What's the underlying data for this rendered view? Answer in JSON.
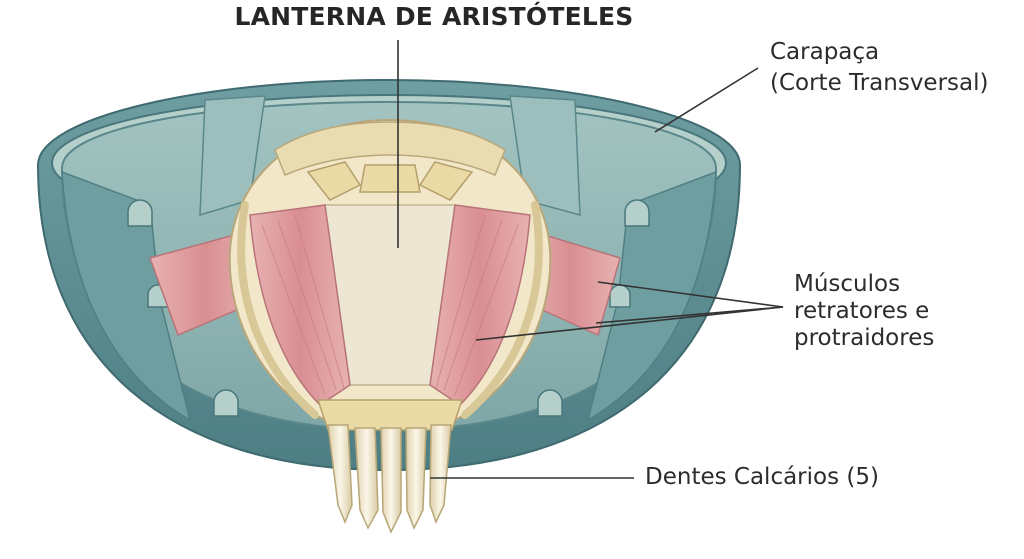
{
  "title": "LANTERNA DE ARISTÓTELES",
  "labels": {
    "shell": {
      "line1": "Carapaça",
      "line2": "(Corte Transversal)"
    },
    "muscles": {
      "line1": "Músculos",
      "line2": "retratores e",
      "line3": "protraidores"
    },
    "teeth": "Dentes Calcários (5)"
  },
  "colors": {
    "shell_outer": "#5d8e93",
    "shell_inner": "#8fb5b4",
    "shell_rim": "#b9d3cf",
    "ossicle": "#f1e6c4",
    "ossicle_center": "#ece6d2",
    "muscle": "#e0a0a2",
    "tooth": "#f4ecd6",
    "leader_line": "#333333"
  },
  "icons": [
    "sea-urchin-shell-cross-section",
    "aristotle-lantern-jaw-apparatus"
  ]
}
